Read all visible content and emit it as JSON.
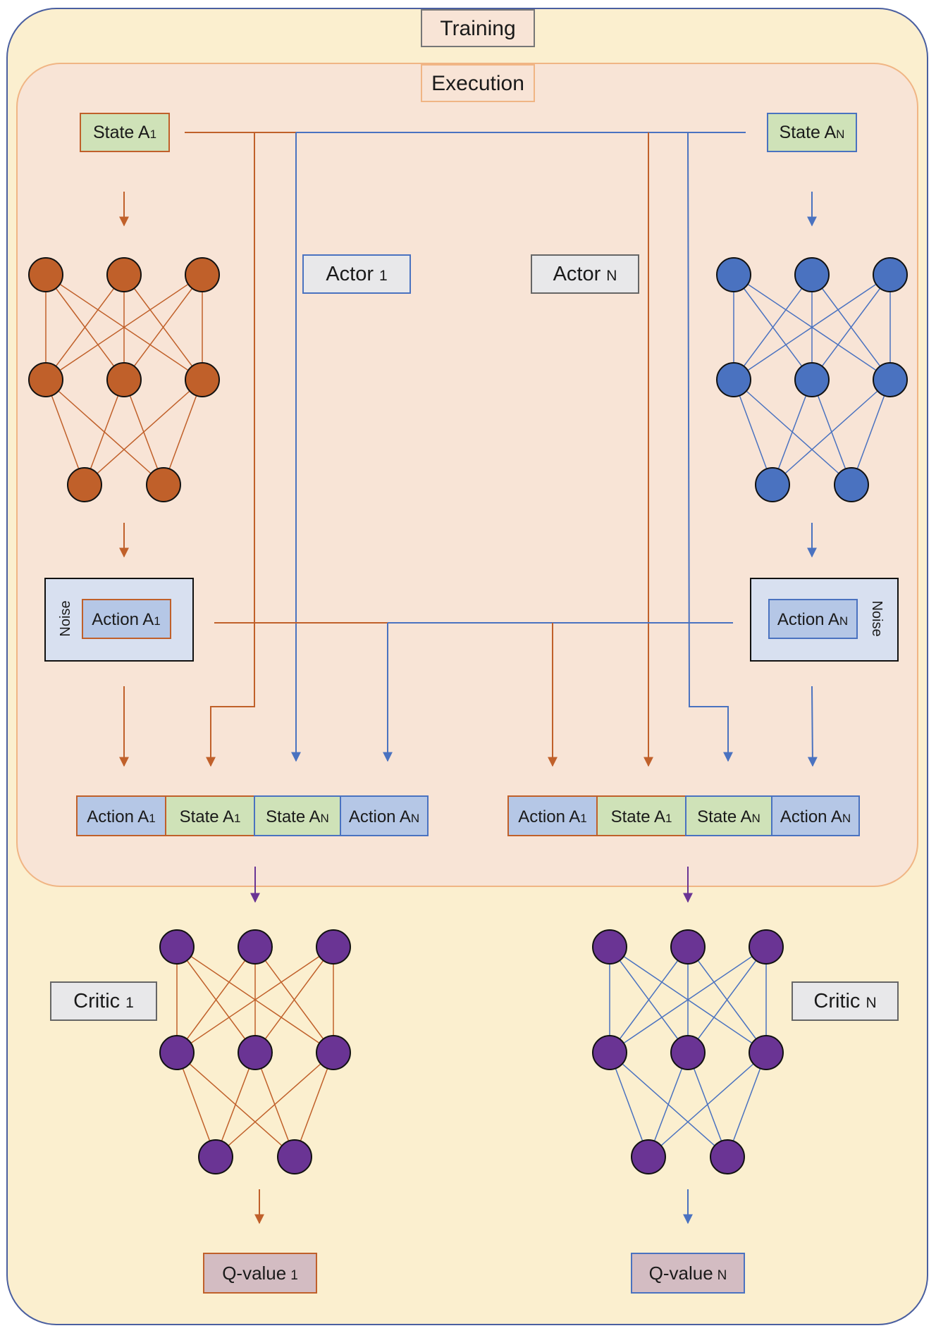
{
  "regions": {
    "training_label": "Training",
    "execution_label": "Execution"
  },
  "agents": {
    "agent1": {
      "state_label": "State A",
      "state_sub": "1",
      "actor_label": "Actor",
      "actor_sub": "1",
      "action_label": "Action A",
      "action_sub": "1",
      "noise_label": "Noise",
      "critic_label": "Critic",
      "critic_sub": "1",
      "qvalue_label": "Q-value",
      "qvalue_sub": "1"
    },
    "agentN": {
      "state_label": "State A",
      "state_sub": "N",
      "actor_label": "Actor",
      "actor_sub": "N",
      "action_label": "Action A",
      "action_sub": "N",
      "noise_label": "Noise",
      "critic_label": "Critic",
      "critic_sub": "N",
      "qvalue_label": "Q-value",
      "qvalue_sub": "N"
    }
  },
  "critic_inputs": {
    "left": [
      {
        "label": "Action A",
        "sub": "1"
      },
      {
        "label": "State A",
        "sub": "1"
      },
      {
        "label": "State A",
        "sub": "N"
      },
      {
        "label": "Action A",
        "sub": "N"
      }
    ],
    "right": [
      {
        "label": "Action A",
        "sub": "1"
      },
      {
        "label": "State A",
        "sub": "1"
      },
      {
        "label": "State A",
        "sub": "N"
      },
      {
        "label": "Action A",
        "sub": "N"
      }
    ]
  },
  "colors": {
    "training_bg": "#fbefcf",
    "execution_bg": "#f8e4d6",
    "execution_border": "#f0b584",
    "agent1": "#c0602a",
    "agentN": "#4a72c0",
    "critic_node": "#6a3494",
    "state_fill": "#cfe2b8",
    "action_fill": "#b5c7e6",
    "label_fill": "#e8e8ea",
    "qvalue_fill": "#d3bcc2",
    "noise_fill": "#d8e0f0"
  }
}
